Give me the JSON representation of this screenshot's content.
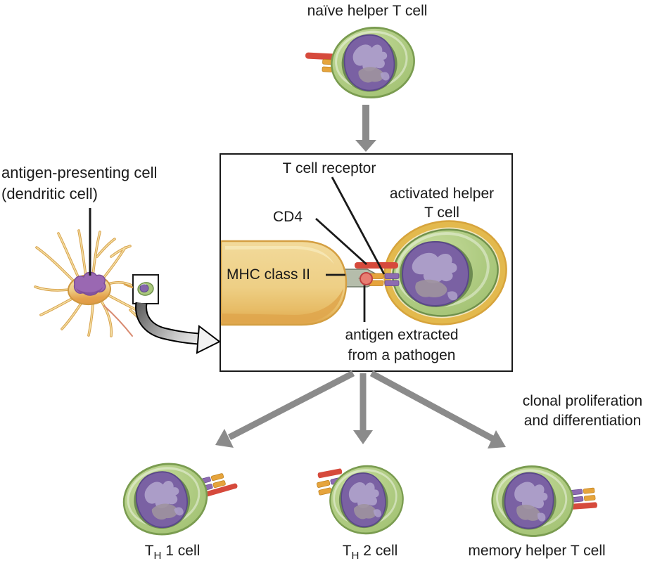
{
  "figure": {
    "labels": {
      "naive_t_cell": "naïve helper T cell",
      "apc_line1": "antigen-presenting cell",
      "apc_line2": "(dendritic cell)",
      "t_cell_receptor": "T cell receptor",
      "cd4": "CD4",
      "mhc_class_ii": "MHC class II",
      "activated_line1": "activated helper",
      "activated_line2": "T cell",
      "antigen_line1": "antigen extracted",
      "antigen_line2": "from a pathogen",
      "clonal_line1": "clonal proliferation",
      "clonal_line2": "and differentiation",
      "th1_prefix": "T",
      "th1_sub": "H",
      "th1_rest": " 1 cell",
      "th2_prefix": "T",
      "th2_sub": "H",
      "th2_rest": " 2 cell",
      "memory_t_cell": "memory helper T cell"
    },
    "colors": {
      "text": "#1a1a1a",
      "arrow_gray": "#8b8b8b",
      "cell_green": "#aac87c",
      "cell_green_border": "#7a9c50",
      "cell_ring_dark_green": "#6d8b51",
      "nucleus_purple": "#7a61a3",
      "nucleus_border": "#5a4889",
      "nucleus_patch_light": "#ab9dc8",
      "nucleus_patch_gray": "#9e949e",
      "activated_coat_gold": "#e3b94d",
      "apc_tan": "#eecf85",
      "apc_orange": "#e4a24d",
      "apc_outline": "#d6a143",
      "mhc_gray": "#b5bdab",
      "mhc_border": "#6e7a69",
      "antigen_red": "#e87d72",
      "antigen_border": "#bf4040",
      "cd4_red": "#d64a3c",
      "tcr_orange": "#e6a43c",
      "tcr_purple": "#8d6bb1",
      "box_border": "#1a1a1a"
    }
  }
}
